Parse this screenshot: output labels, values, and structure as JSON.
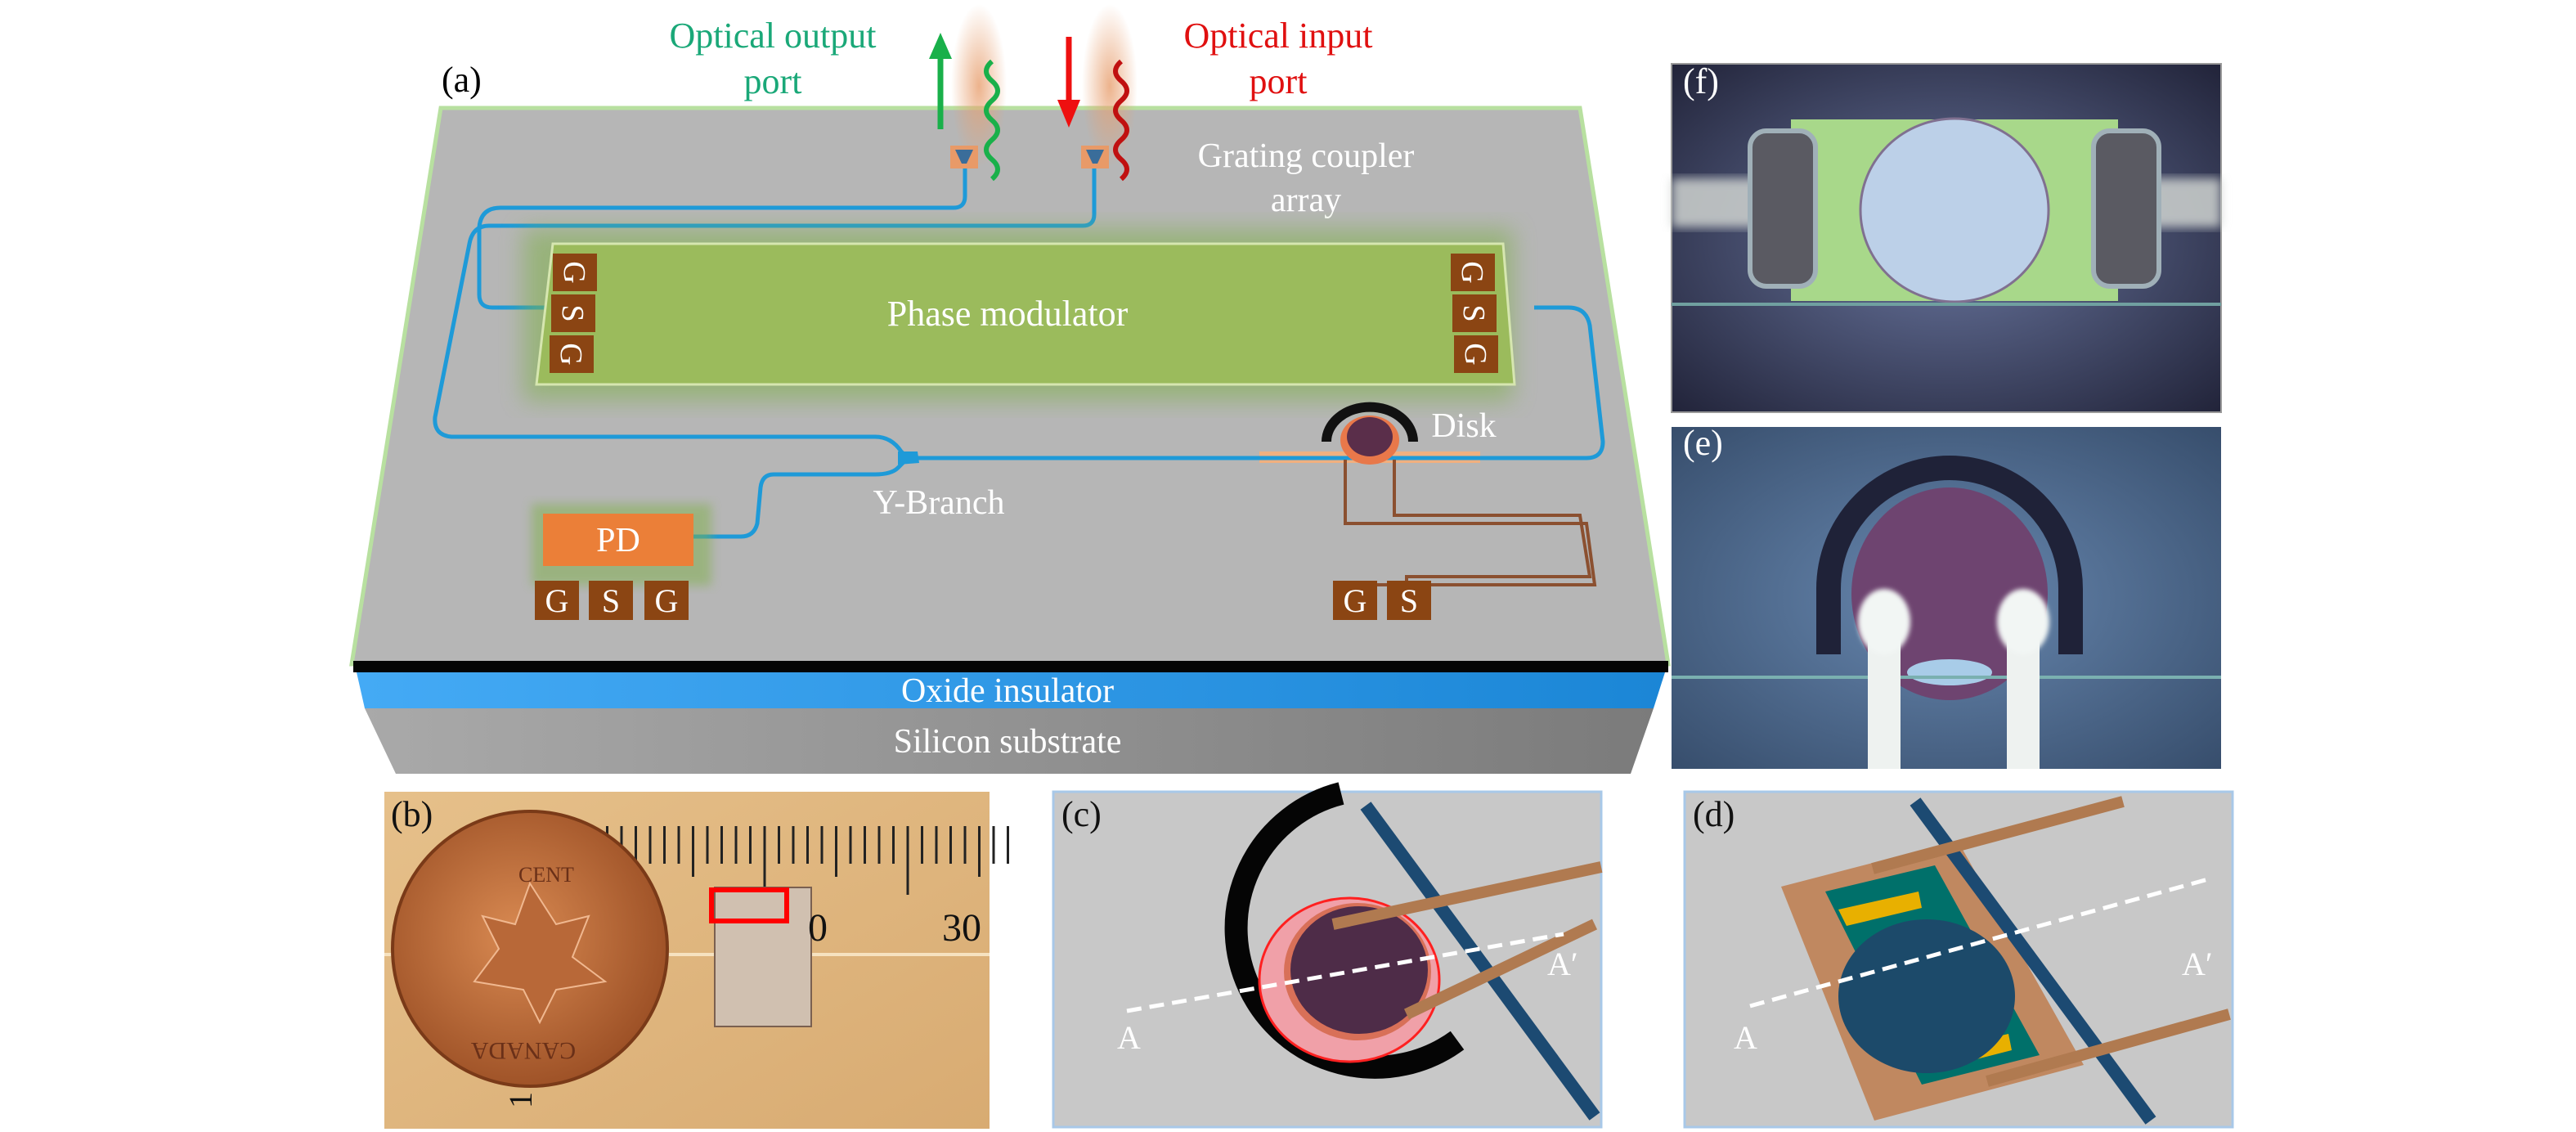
{
  "figure": {
    "panels": {
      "a": {
        "tag": "(a)",
        "output_port": {
          "line1": "Optical output",
          "line2": "port",
          "color": "#1aa878"
        },
        "input_port": {
          "line1": "Optical input",
          "line2": "port",
          "color": "#e01010"
        },
        "grating": {
          "line1": "Grating coupler",
          "line2": "array"
        },
        "phase_modulator": "Phase modulator",
        "pm_left_pads": [
          "G",
          "S",
          "G"
        ],
        "pm_right_pads": [
          "G",
          "S",
          "G"
        ],
        "disk": "Disk",
        "y_branch": "Y-Branch",
        "pd": "PD",
        "pd_pads": [
          "G",
          "S",
          "G"
        ],
        "disk_pads": [
          "G",
          "S"
        ],
        "oxide": "Oxide insulator",
        "substrate": "Silicon substrate"
      },
      "b": {
        "tag": "(b)",
        "ruler_labels": [
          "0",
          "30"
        ],
        "scale_label": "1",
        "coin_text": [
          "CENT",
          "CANADA"
        ]
      },
      "c": {
        "tag": "(c)",
        "cut_start": "A",
        "cut_end": "A′"
      },
      "d": {
        "tag": "(d)",
        "cut_start": "A",
        "cut_end": "A′"
      },
      "e": {
        "tag": "(e)"
      },
      "f": {
        "tag": "(f)"
      }
    },
    "colors": {
      "chip_top": "#b5b5b5",
      "waveguide": "#1e9ad8",
      "pm_green": "#9bbb5c",
      "pad_brown": "#8b4513",
      "pd_orange": "#eb7f38",
      "oxide_blue": "#2f9ae8",
      "substrate_grey": "#8f8f8f"
    }
  }
}
